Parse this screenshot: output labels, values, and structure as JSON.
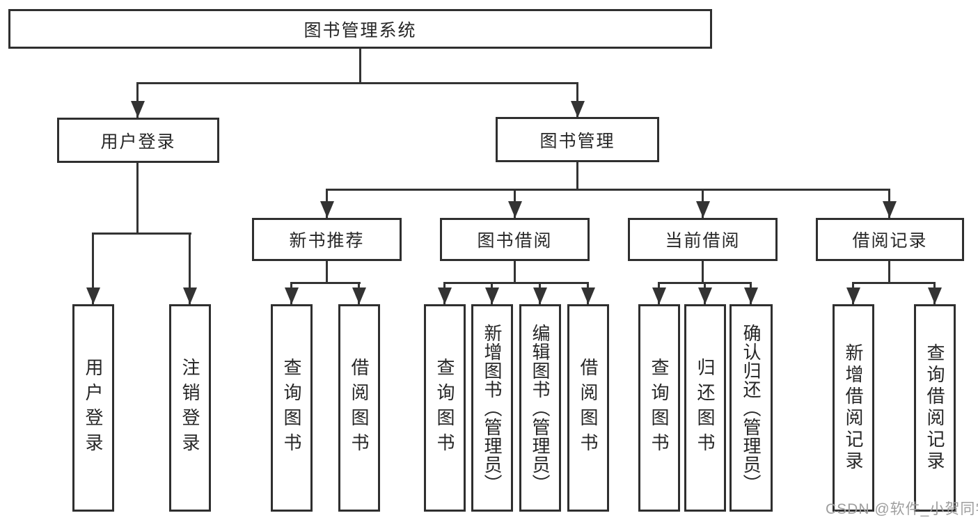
{
  "diagram_title": "图书管理系统",
  "tree": {
    "root": {
      "label": "图书管理系统"
    },
    "branches": [
      {
        "label": "用户登录",
        "children": [
          {
            "label": "用户登录"
          },
          {
            "label": "注销登录"
          }
        ]
      },
      {
        "label": "图书管理",
        "children": [
          {
            "label": "新书推荐",
            "children": [
              {
                "label": "查询图书"
              },
              {
                "label": "借阅图书"
              }
            ]
          },
          {
            "label": "图书借阅",
            "children": [
              {
                "label": "查询图书"
              },
              {
                "label": "新增图书（管理员）"
              },
              {
                "label": "编辑图书（管理员）"
              },
              {
                "label": "借阅图书"
              }
            ]
          },
          {
            "label": "当前借阅",
            "children": [
              {
                "label": "查询图书"
              },
              {
                "label": "归还图书"
              },
              {
                "label": "确认归还（管理员）"
              }
            ]
          },
          {
            "label": "借阅记录",
            "children": [
              {
                "label": "新增借阅记录"
              },
              {
                "label": "查询借阅记录"
              }
            ]
          }
        ]
      }
    ]
  },
  "watermark": {
    "text": "CSDN @软件_小贺同学"
  },
  "colors": {
    "line": "#333333",
    "box_border": "#2f2f2f",
    "text": "#262626",
    "watermark": "#9e9e9e",
    "background": "#ffffff"
  }
}
